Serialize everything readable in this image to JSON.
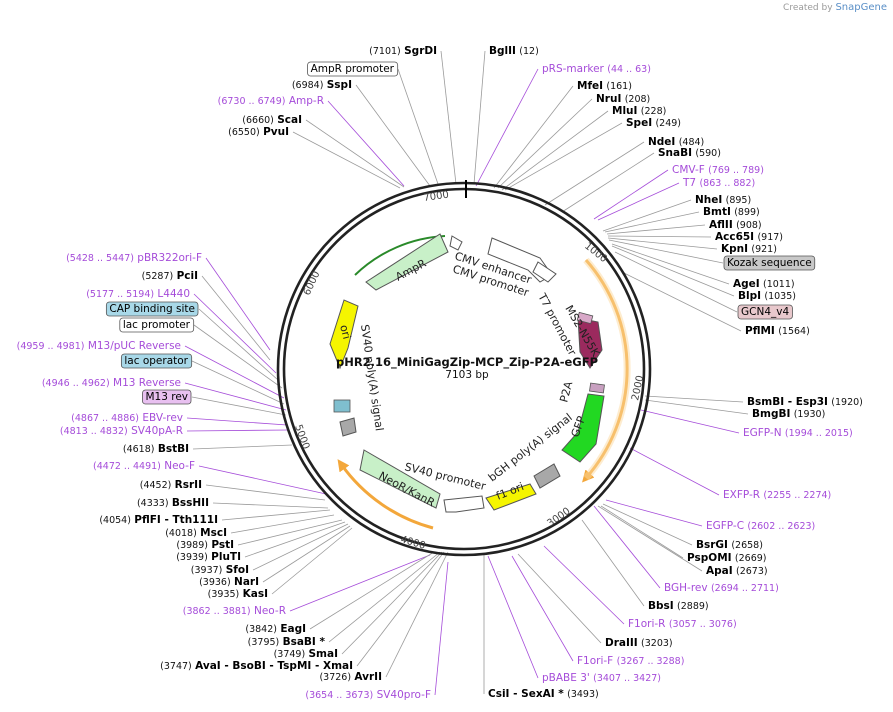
{
  "header": {
    "created_by": "Created by",
    "brand": "SnapGene"
  },
  "plasmid": {
    "name": "pHR2.16_MiniGagZip-MCP_Zip-P2A-eGFP",
    "size_label": "7103 bp",
    "ticks": [
      "1000",
      "2000",
      "3000",
      "4000",
      "5000",
      "6000",
      "7000"
    ]
  },
  "features": [
    {
      "name": "CMV enhancer",
      "color": "#ffffff"
    },
    {
      "name": "CMV promoter",
      "color": "#ffffff"
    },
    {
      "name": "T7 promoter",
      "color": "#ffffff"
    },
    {
      "name": "MS2-N55K",
      "color": "#9b2a5e"
    },
    {
      "name": "P2A",
      "color": "#c8a0c0"
    },
    {
      "name": "GFP",
      "color": "#22d822"
    },
    {
      "name": "bGH poly(A) signal",
      "color": "#a8a8a8"
    },
    {
      "name": "f1 ori",
      "color": "#f5f500"
    },
    {
      "name": "SV40 promoter",
      "color": "#ffffff"
    },
    {
      "name": "NeoR/KanR",
      "color": "#c8f0c8"
    },
    {
      "name": "SV40 poly(A) signal",
      "color": "#a8a8a8"
    },
    {
      "name": "ori",
      "color": "#f5f500"
    },
    {
      "name": "AmpR",
      "color": "#c8f0c8"
    }
  ],
  "labels": [
    {
      "pos": "(7101)",
      "name": "SgrDI",
      "type": "enzyme"
    },
    {
      "pos": "(12)",
      "name": "BglII",
      "type": "enzyme",
      "pos_after": true
    },
    {
      "pos": "",
      "name": "AmpR promoter",
      "type": "boxed",
      "box": "#ffffff"
    },
    {
      "pos": "(44 .. 63)",
      "name": "pRS-marker",
      "type": "primer",
      "pos_after": true
    },
    {
      "pos": "(6984)",
      "name": "SspI",
      "type": "enzyme"
    },
    {
      "pos": "(161)",
      "name": "MfeI",
      "type": "enzyme",
      "pos_after": true
    },
    {
      "pos": "(208)",
      "name": "NruI",
      "type": "enzyme",
      "pos_after": true
    },
    {
      "pos": "(6730 .. 6749)",
      "name": "Amp-R",
      "type": "primer"
    },
    {
      "pos": "(228)",
      "name": "MluI",
      "type": "enzyme",
      "pos_after": true
    },
    {
      "pos": "(6660)",
      "name": "ScaI",
      "type": "enzyme"
    },
    {
      "pos": "(249)",
      "name": "SpeI",
      "type": "enzyme",
      "pos_after": true
    },
    {
      "pos": "(6550)",
      "name": "PvuI",
      "type": "enzyme"
    },
    {
      "pos": "(484)",
      "name": "NdeI",
      "type": "enzyme",
      "pos_after": true
    },
    {
      "pos": "(590)",
      "name": "SnaBI",
      "type": "enzyme",
      "pos_after": true
    },
    {
      "pos": "(769 .. 789)",
      "name": "CMV-F",
      "type": "primer",
      "pos_after": true
    },
    {
      "pos": "(863 .. 882)",
      "name": "T7",
      "type": "primer",
      "pos_after": true
    },
    {
      "pos": "(895)",
      "name": "NheI",
      "type": "enzyme",
      "pos_after": true
    },
    {
      "pos": "(899)",
      "name": "BmtI",
      "type": "enzyme",
      "pos_after": true
    },
    {
      "pos": "(908)",
      "name": "AflII",
      "type": "enzyme",
      "pos_after": true
    },
    {
      "pos": "(917)",
      "name": "Acc65I",
      "type": "enzyme",
      "pos_after": true
    },
    {
      "pos": "(921)",
      "name": "KpnI",
      "type": "enzyme",
      "pos_after": true
    },
    {
      "pos": "",
      "name": "Kozak sequence",
      "type": "boxed",
      "box": "#c8c8c8"
    },
    {
      "pos": "(1011)",
      "name": "AgeI",
      "type": "enzyme",
      "pos_after": true
    },
    {
      "pos": "(1035)",
      "name": "BlpI",
      "type": "enzyme",
      "pos_after": true
    },
    {
      "pos": "",
      "name": "GCN4_v4",
      "type": "boxed",
      "box": "#e8c8cc"
    },
    {
      "pos": "(1564)",
      "name": "PflMI",
      "type": "enzyme",
      "pos_after": true
    },
    {
      "pos": "(5428 .. 5447)",
      "name": "pBR322ori-F",
      "type": "primer"
    },
    {
      "pos": "(5287)",
      "name": "PciI",
      "type": "enzyme"
    },
    {
      "pos": "(5177 .. 5194)",
      "name": "L4440",
      "type": "primer"
    },
    {
      "pos": "",
      "name": "CAP binding site",
      "type": "boxed",
      "box": "#a8d8e8"
    },
    {
      "pos": "",
      "name": "lac promoter",
      "type": "boxed",
      "box": "#ffffff"
    },
    {
      "pos": "(4959 .. 4981)",
      "name": "M13/pUC Reverse",
      "type": "primer"
    },
    {
      "pos": "",
      "name": "lac operator",
      "type": "boxed",
      "box": "#a8d8e8"
    },
    {
      "pos": "(4946 .. 4962)",
      "name": "M13 Reverse",
      "type": "primer"
    },
    {
      "pos": "",
      "name": "M13 rev",
      "type": "boxed",
      "box": "#e8c0f0"
    },
    {
      "pos": "(4867 .. 4886)",
      "name": "EBV-rev",
      "type": "primer"
    },
    {
      "pos": "(4813 .. 4832)",
      "name": "SV40pA-R",
      "type": "primer"
    },
    {
      "pos": "(4618)",
      "name": "BstBI",
      "type": "enzyme"
    },
    {
      "pos": "(4472 .. 4491)",
      "name": "Neo-F",
      "type": "primer"
    },
    {
      "pos": "(4452)",
      "name": "RsrII",
      "type": "enzyme"
    },
    {
      "pos": "(4333)",
      "name": "BssHII",
      "type": "enzyme"
    },
    {
      "pos": "(4054)",
      "name": "PflFI - Tth111I",
      "type": "enzyme"
    },
    {
      "pos": "(4018)",
      "name": "MscI",
      "type": "enzyme"
    },
    {
      "pos": "(3989)",
      "name": "PstI",
      "type": "enzyme"
    },
    {
      "pos": "(3939)",
      "name": "PluTI",
      "type": "enzyme"
    },
    {
      "pos": "(3937)",
      "name": "SfoI",
      "type": "enzyme"
    },
    {
      "pos": "(3936)",
      "name": "NarI",
      "type": "enzyme"
    },
    {
      "pos": "(3935)",
      "name": "KasI",
      "type": "enzyme"
    },
    {
      "pos": "(3862 .. 3881)",
      "name": "Neo-R",
      "type": "primer"
    },
    {
      "pos": "(3842)",
      "name": "EagI",
      "type": "enzyme"
    },
    {
      "pos": "(3795)",
      "name": "BsaBI *",
      "type": "enzyme"
    },
    {
      "pos": "(3749)",
      "name": "SmaI",
      "type": "enzyme"
    },
    {
      "pos": "(3747)",
      "name": "AvaI - BsoBI - TspMI - XmaI",
      "type": "enzyme"
    },
    {
      "pos": "(3726)",
      "name": "AvrII",
      "type": "enzyme"
    },
    {
      "pos": "(3654 .. 3673)",
      "name": "SV40pro-F",
      "type": "primer"
    },
    {
      "pos": "(3493)",
      "name": "CsiI - SexAI *",
      "type": "enzyme",
      "pos_after": true
    },
    {
      "pos": "(3407 .. 3427)",
      "name": "pBABE 3'",
      "type": "primer",
      "pos_after": true
    },
    {
      "pos": "(3267 .. 3288)",
      "name": "F1ori-F",
      "type": "primer",
      "pos_after": true
    },
    {
      "pos": "(3203)",
      "name": "DraIII",
      "type": "enzyme",
      "pos_after": true
    },
    {
      "pos": "(3057 .. 3076)",
      "name": "F1ori-R",
      "type": "primer",
      "pos_after": true
    },
    {
      "pos": "(2889)",
      "name": "BbsI",
      "type": "enzyme",
      "pos_after": true
    },
    {
      "pos": "(2694 .. 2711)",
      "name": "BGH-rev",
      "type": "primer",
      "pos_after": true
    },
    {
      "pos": "(2673)",
      "name": "ApaI",
      "type": "enzyme",
      "pos_after": true
    },
    {
      "pos": "(2669)",
      "name": "PspOMI",
      "type": "enzyme",
      "pos_after": true
    },
    {
      "pos": "(2658)",
      "name": "BsrGI",
      "type": "enzyme",
      "pos_after": true
    },
    {
      "pos": "(2602 .. 2623)",
      "name": "EGFP-C",
      "type": "primer",
      "pos_after": true
    },
    {
      "pos": "(2255 .. 2274)",
      "name": "EXFP-R",
      "type": "primer",
      "pos_after": true
    },
    {
      "pos": "(1994 .. 2015)",
      "name": "EGFP-N",
      "type": "primer",
      "pos_after": true
    },
    {
      "pos": "(1930)",
      "name": "BmgBI",
      "type": "enzyme",
      "pos_after": true
    },
    {
      "pos": "(1920)",
      "name": "BsmBI - Esp3I",
      "type": "enzyme",
      "pos_after": true
    }
  ]
}
